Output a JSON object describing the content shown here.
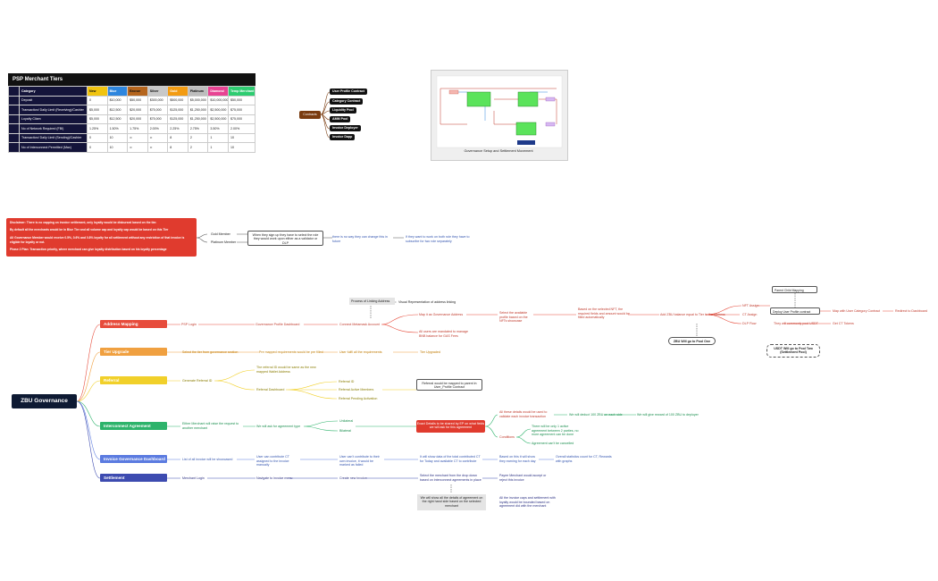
{
  "tier_table": {
    "title": "PSP Merchant Tiers",
    "headers": [
      "Category",
      "New",
      "Blue",
      "Bronze",
      "Silver",
      "Gold",
      "Platinum",
      "Diamond",
      "Temp Merchant"
    ],
    "header_colors": [
      "#14143a",
      "#f1c40f",
      "#2e86de",
      "#b5651d",
      "#c8c8c8",
      "#f39c12",
      "#bdbdbd",
      "#e84393",
      "#2ecc71"
    ],
    "rows": [
      [
        "Deposit",
        "0",
        "$10,000",
        "$50,000",
        "$300,000",
        "$500,000",
        "$5,000,000",
        "$10,000,000",
        "$50,000"
      ],
      [
        "Transaction/ Daily Limit (Receiving)/Cashier",
        "$5,000",
        "$12,500",
        "$20,000",
        "$75,000",
        "$125,000",
        "$1,250,000",
        "$2,500,000",
        "$75,000"
      ],
      [
        "Loyalty Cliam",
        "$5,000",
        "$12,500",
        "$20,000",
        "$75,000",
        "$125,000",
        "$1,250,000",
        "$2,500,000",
        "$75,000"
      ],
      [
        "No of Network Required (FBI)",
        "1.25%",
        "1.50%",
        "1.75%",
        "2.00%",
        "2.25%",
        "2.75%",
        "3.50%",
        "2.00%"
      ],
      [
        "Transaction/ Daily Limit (Sending)/Cashier",
        "0",
        "10",
        "∞",
        "∞",
        "8",
        "2",
        "1",
        "10"
      ],
      [
        "No of Interconnect Permitted (Max)",
        "0",
        "10",
        "∞",
        "∞",
        "8",
        "2",
        "1",
        "10"
      ]
    ]
  },
  "contracts": {
    "label": "Contracts",
    "items": [
      "User Profile Contract",
      "Category Contract",
      "Liquidity Pool",
      "AMM Pool",
      "Invoice Deployer",
      "Invoice Dapp"
    ]
  },
  "gov_image": {
    "caption": "Governance Setup and Settlement Movement"
  },
  "disclaimer": {
    "lines": [
      "Disclaimer: There is no capping on invoice settlement, only loyalty would be disbursed based on the tier.",
      "By default all the merchants would be in Blue Tier and all volume cap and loyalty cap would be based on this Tier",
      "All Governance Member would receive 0.5%, 0.6% and 0.8% loyalty for all settlement without any restriction of that invoice is eligible for loyalty or not.",
      "Phase 2 Plan: Transaction priority, where merchant can give loyalty distribution based on his loyalty percentage"
    ]
  },
  "member": {
    "gold": "Gold Member",
    "platinum": "Platinum Member",
    "signup": "When they sign up they have to select the role they would work upon either as a validator or DLP",
    "nochange": "there is no way they can change this in future",
    "both": "If they want to work on both role they have to subscribe for two role separately"
  },
  "root": "ZBU Governance",
  "branches": [
    {
      "label": "Address Mapping",
      "color": "#e74c3c"
    },
    {
      "label": "Tier Upgrade",
      "color": "#f0a040"
    },
    {
      "label": "Referral",
      "color": "#f1d02a"
    },
    {
      "label": "Interconnect Agreement",
      "color": "#2db36b"
    },
    {
      "label": "Invoice Governance Dashboard",
      "color": "#5b7be0"
    },
    {
      "label": "Settlement",
      "color": "#3d4bb0"
    }
  ],
  "address": {
    "psp_login": "PSP Login",
    "dashboard": "Governance Profile Dashboard",
    "connect": "Connect Metamask Account",
    "process": "Process of Linking Address",
    "visual": "Visual Representation of address linking",
    "map": "Map it as Governance Address",
    "all_users": "All users are mandated to manage BNB balance for GAS Fees",
    "select": "Select the available profile based on the NFTs showcase",
    "based": "Based on the selected NFT, the required fields and amount would be filled automatically",
    "add": "Add ZBU balance equal to Tier to the address",
    "nft": "NFT Assign",
    "ct": "CT Assign",
    "dlp": "DLP Flow",
    "parent": "Parent Child Mapping",
    "deploy": "Deploy User Profile contract",
    "mapuser": "Map with User Category Contract",
    "redirect": "Redirect to Dashboard",
    "commonly": "They will commonly pool USDT",
    "getct": "Get CT Tokens",
    "zbu_pool": "ZBU Will go to Pool One",
    "usdt_pool": "USDT Will go to Pool Two (Settlement Pool)"
  },
  "tier": {
    "select": "Select the tier from governance section",
    "pre": "Pre mapped requirements would be pre filled",
    "fulfill": "User fulfil all the requirements",
    "upgraded": "Tier Upgraded"
  },
  "referral": {
    "generate": "Generate Referral ID",
    "note": "The referral ID would be same as the new mapped Wallet Address",
    "dash": "Referral Dashboard",
    "id": "Referral ID",
    "active": "Referral Active Members",
    "pending": "Referral Pending Activation",
    "mapped": "Referral would be mapped to parent in User_Profile Contract"
  },
  "interconnect": {
    "either": "Either Merchant will raise the request to another merchant",
    "askfor": "We will ask for agreement type",
    "uni": "Unilateral",
    "bi": "Bilateral",
    "exact": "Exact Details to be shared by EP on what fields we will ask for this agreement",
    "all": "All these details would be used to validate each invoice transaction",
    "deduct": "We will deduct 100 ZBU on each side",
    "reward": "We will give reward of 100 ZBU to deployer",
    "conditions": "Conditions",
    "active": "There will be only 1 active agreement between 2 parties, no more agreement can be done",
    "cancel": "Agreement can't be cancelled"
  },
  "invoice": {
    "list": "List of all invoice will be showcased",
    "contribute": "User can contribute CT assigned to the invoice manually",
    "own": "User can't contribute to their own invoice, it would be marked as failed",
    "showall": "It will show data of the total contributed CT for Today and available CT to contribute",
    "based": "Based on this it will show they earning for each day",
    "overall": "Overall statistics count for CT, Rewards with graphs"
  },
  "settlement": {
    "login": "Merchant Login",
    "nav": "Navigate to invoice menu",
    "create": "Create new invoice",
    "select": "Select the merchant from the drop down based on interconnect agreements in place",
    "payee": "Payee Merchant would accept or reject this invoice",
    "show": "We will show all the details of agreement on the right hand side based on the selected merchant",
    "all": "All the invoice caps and settlement with loyalty would be bounded based on agreement did with the merchant"
  }
}
